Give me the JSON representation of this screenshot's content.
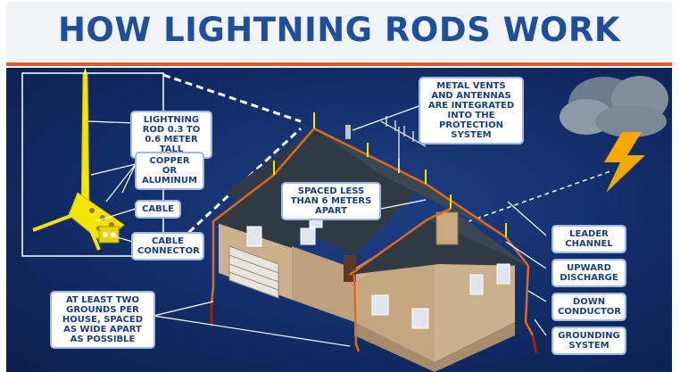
{
  "title": "HOW LIGHTNING RODS WORK",
  "labels": {
    "rod": "LIGHTNING ROD 0.3 TO 0.6 METER TALL",
    "material": "COPPER OR ALUMINUM",
    "cable": "CABLE",
    "connector": "CABLE CONNECTOR",
    "vents": "METAL VENTS AND ANTENNAS ARE INTEGRATED INTO THE PROTECTION SYSTEM",
    "spacing": "SPACED LESS THAN 6 METERS APART",
    "leader": "LEADER CHANNEL",
    "upward": "UPWARD DISCHARGE",
    "down": "DOWN CONDUCTOR",
    "ground_system": "GROUNDING SYSTEM",
    "grounds": "AT LEAST TWO GROUNDS PER HOUSE, SPACED AS WIDE APART AS POSSIBLE"
  },
  "colors": {
    "title": "#1d4f9a",
    "accent": "#e0592a",
    "panel": "#122c66",
    "rod": "#f5e400",
    "conductor": "#e06a1c",
    "roof": "#2f3a44",
    "wall": "#cdb08d",
    "bolt": "#f5a800"
  }
}
